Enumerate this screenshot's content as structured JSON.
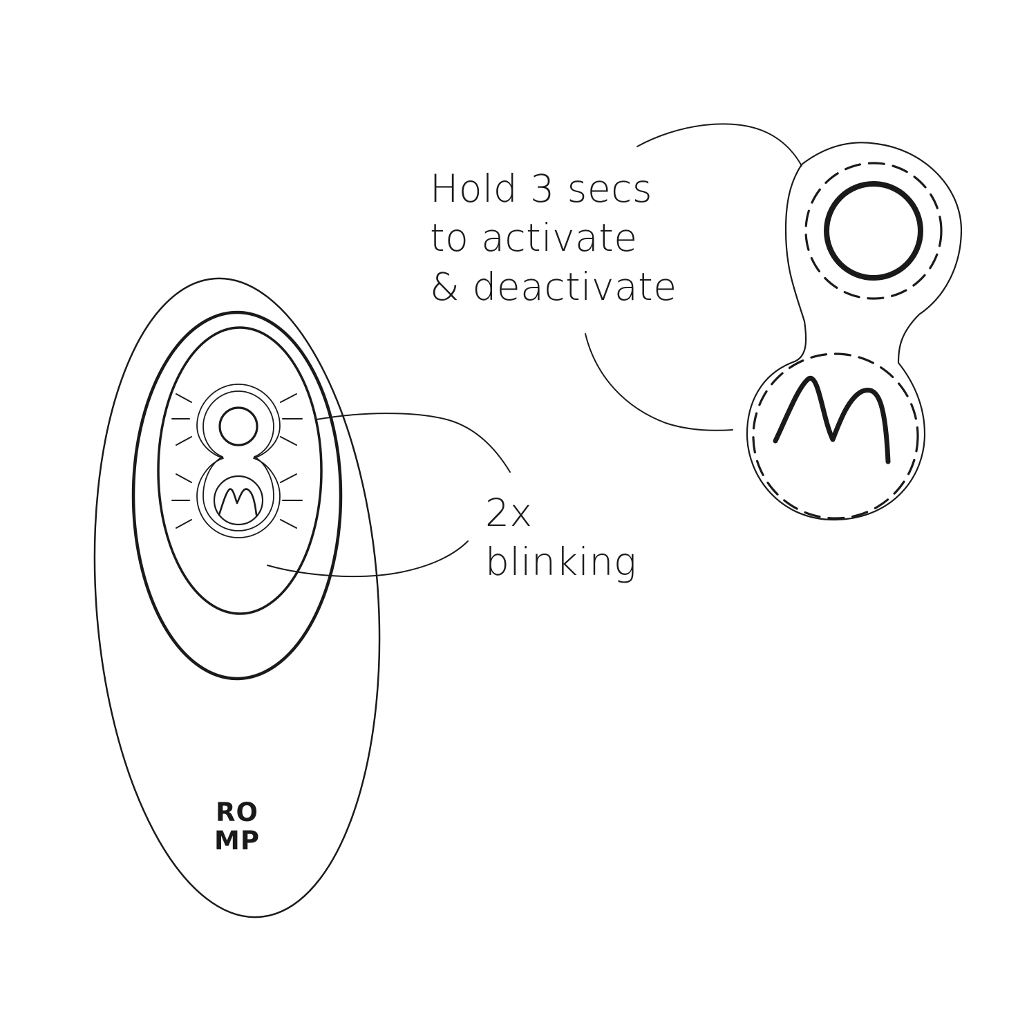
{
  "instructions": {
    "hold_lines": [
      "Hold 3 secs",
      "to activate",
      "& deactivate"
    ],
    "blink_lines": [
      "2x",
      "blinking"
    ]
  },
  "remote": {
    "brand_lines": [
      "RO",
      "MP"
    ]
  },
  "icons": {
    "power_button": "power-ring-icon",
    "mode_button": "m-letter-icon",
    "activity_indicator": "blinking-rays-icon"
  },
  "colors": {
    "line": "#1a1a1a",
    "background": "#ffffff"
  }
}
